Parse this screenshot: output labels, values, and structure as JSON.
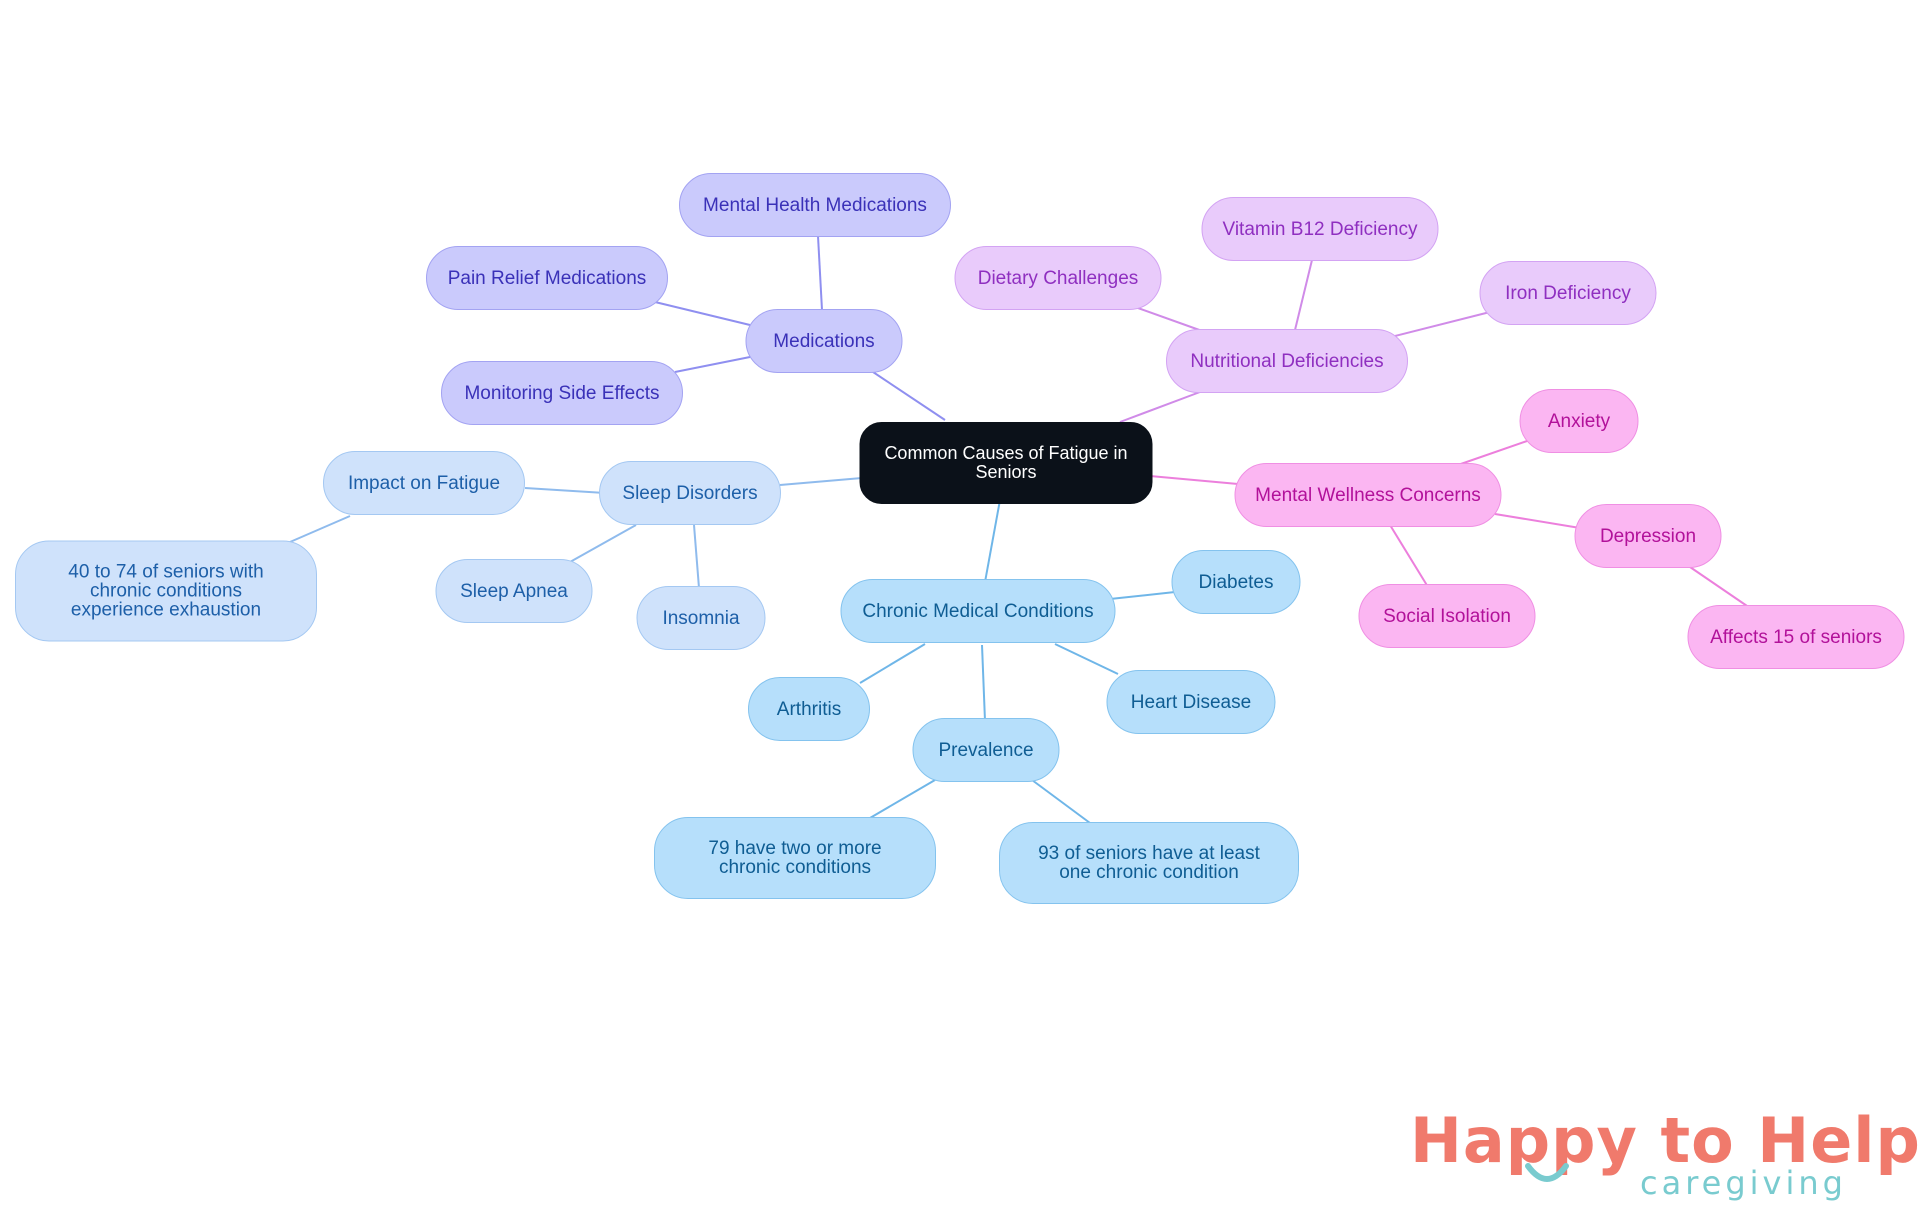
{
  "root": {
    "label": "Common Causes of Fatigue in Seniors"
  },
  "branches": {
    "medications": {
      "label": "Medications",
      "children": [
        "Mental Health Medications",
        "Pain Relief Medications",
        "Monitoring Side Effects"
      ]
    },
    "nutritional": {
      "label": "Nutritional Deficiencies",
      "children": [
        "Dietary Challenges",
        "Vitamin B12 Deficiency",
        "Iron Deficiency"
      ]
    },
    "mental": {
      "label": "Mental Wellness Concerns",
      "children": [
        "Anxiety",
        "Depression",
        "Social Isolation"
      ],
      "depression_detail": "Affects 15 of seniors"
    },
    "sleep": {
      "label": "Sleep Disorders",
      "children": [
        "Impact on Fatigue",
        "Sleep Apnea",
        "Insomnia"
      ],
      "impact_detail": "40 to 74 of seniors with chronic conditions experience exhaustion"
    },
    "chronic": {
      "label": "Chronic Medical Conditions",
      "children": [
        "Diabetes",
        "Heart Disease",
        "Arthritis",
        "Prevalence"
      ],
      "prevalence_details": [
        "79 have two or more chronic conditions",
        "93 of seniors have at least one chronic condition"
      ]
    }
  },
  "logo": {
    "line1": "Happy to Help",
    "line2": "caregiving"
  },
  "colors": {
    "root": "#0b1119",
    "medications": "#cacafc",
    "nutritional": "#e9cbfb",
    "mental": "#fbb6f2",
    "sleep": "#cfe2fb",
    "chronic": "#b6dffb",
    "logo_coral": "#f07a6c",
    "logo_teal": "#79cbcf"
  }
}
